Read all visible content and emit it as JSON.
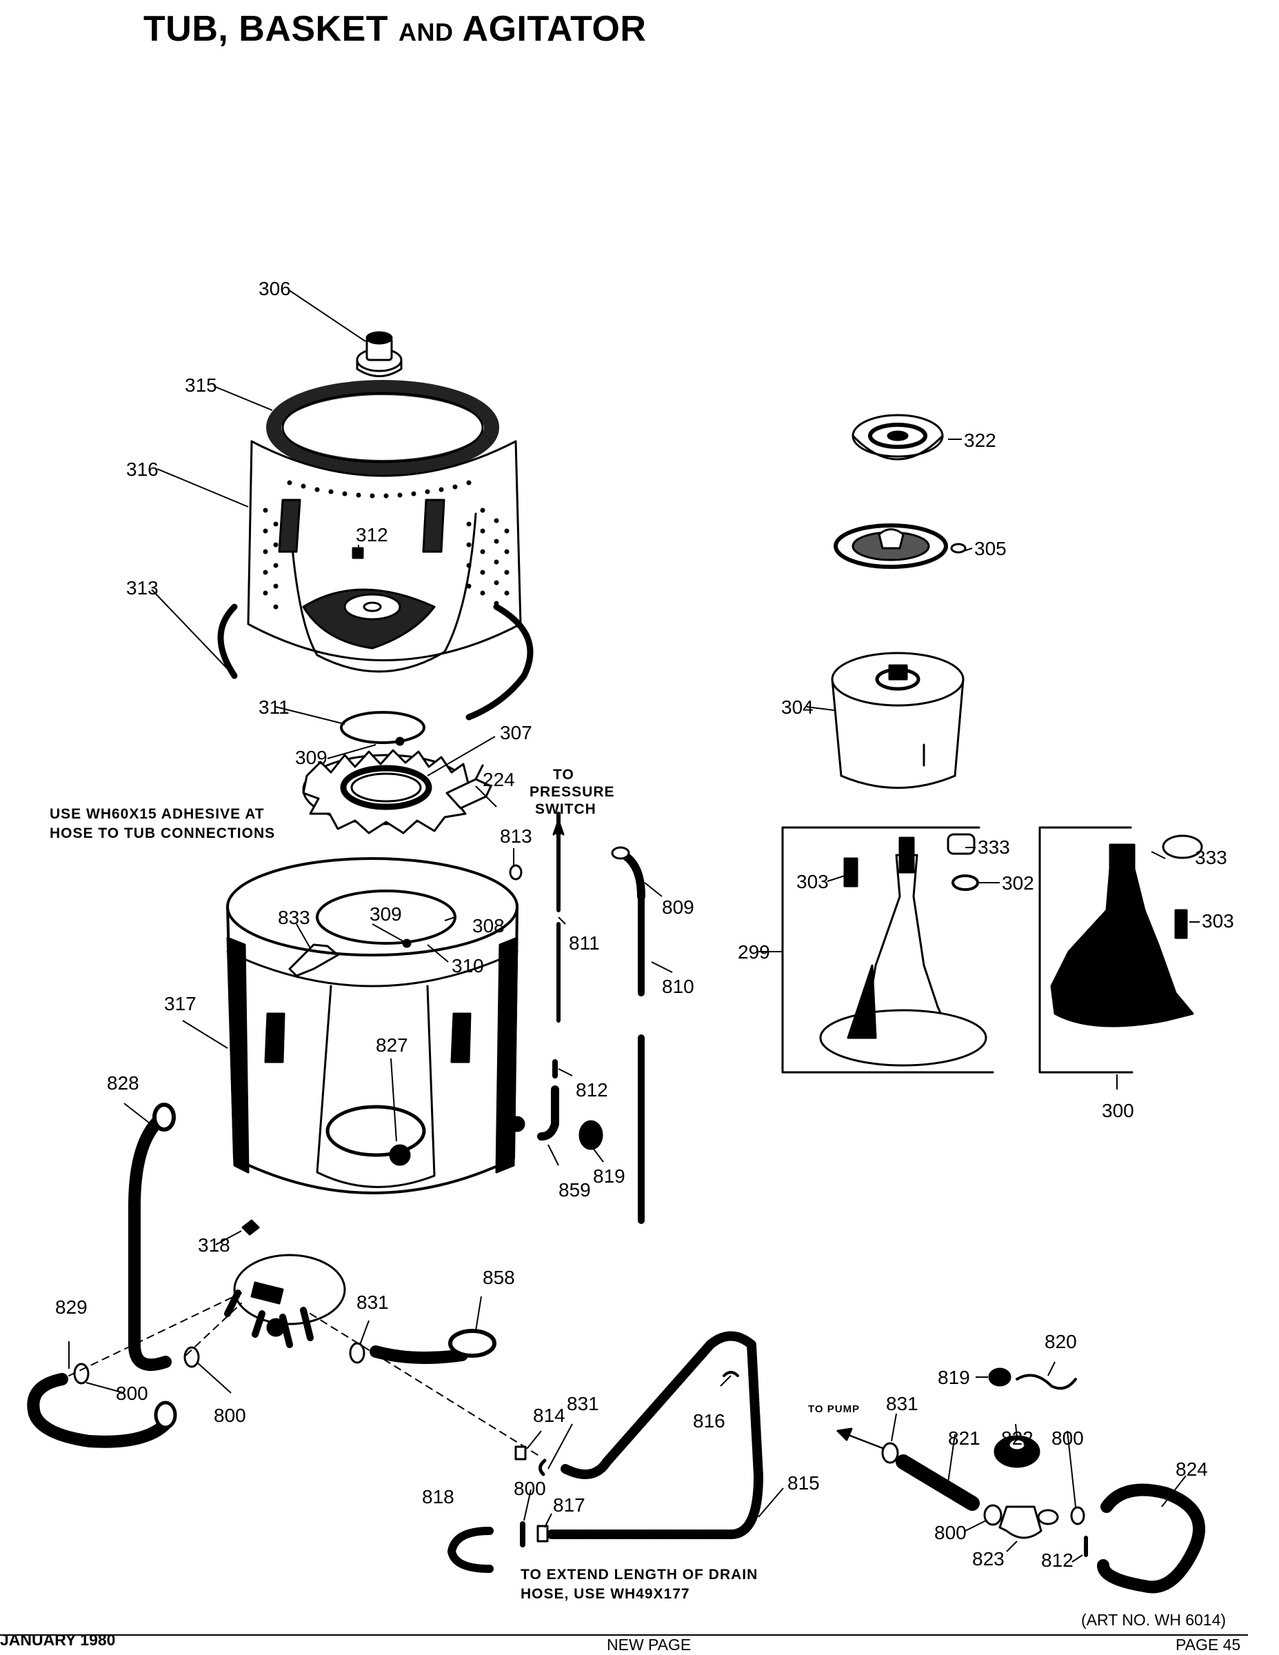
{
  "header": {
    "title_part1": "TUB, BASKET",
    "title_and": "AND",
    "title_part2": "AGITATOR"
  },
  "notes": {
    "adhesive_line1": "USE WH60X15 ADHESIVE AT",
    "adhesive_line2": "HOSE TO TUB CONNECTIONS",
    "pressure_line1": "TO",
    "pressure_line2": "PRESSURE",
    "pressure_line3": "SWITCH",
    "drain_line1": "TO EXTEND LENGTH OF DRAIN",
    "drain_line2": "HOSE, USE WH49X177",
    "to_pump": "TO PUMP"
  },
  "callouts": {
    "c306": "306",
    "c315": "315",
    "c316": "316",
    "c312": "312",
    "c313": "313",
    "c311": "311",
    "c309a": "309",
    "c307": "307",
    "c224": "224",
    "c813": "813",
    "c833": "833",
    "c309b": "309",
    "c308": "308",
    "c310": "310",
    "c811": "811",
    "c809": "809",
    "c810": "810",
    "c317": "317",
    "c827": "827",
    "c812a": "812",
    "c859": "859",
    "c819a": "819",
    "c828": "828",
    "c318": "318",
    "c858": "858",
    "c829": "829",
    "c800a": "800",
    "c800b": "800",
    "c831a": "831",
    "c814": "814",
    "c831b": "831",
    "c816": "816",
    "c800c": "800",
    "c817": "817",
    "c818": "818",
    "c815": "815",
    "c322": "322",
    "c305": "305",
    "c304": "304",
    "c333a": "333",
    "c302": "302",
    "c303a": "303",
    "c299": "299",
    "c333b": "333",
    "c303b": "303",
    "c300": "300",
    "c820": "820",
    "c819b": "819",
    "c831c": "831",
    "c821": "821",
    "c822": "822",
    "c800d": "800",
    "c824": "824",
    "c800e": "800",
    "c823": "823",
    "c812b": "812"
  },
  "footer": {
    "art_no": "(ART NO. WH 6014)",
    "date": "JANUARY 1980",
    "new_page": "NEW PAGE",
    "page": "PAGE 45"
  }
}
